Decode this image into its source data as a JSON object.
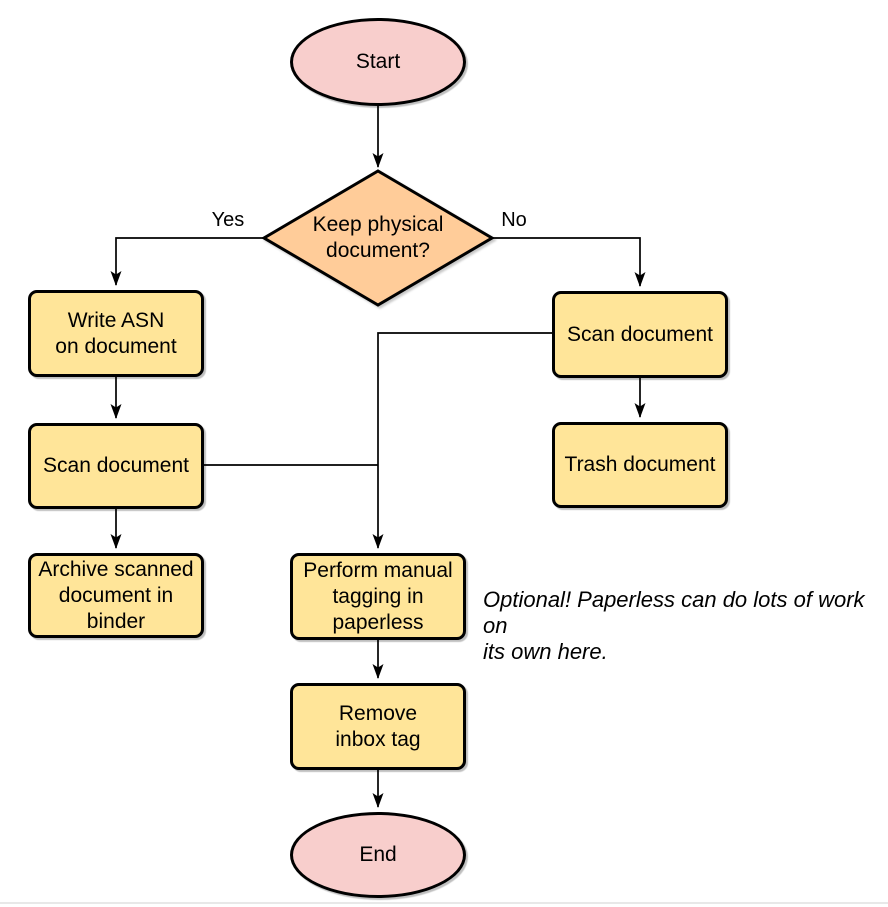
{
  "diagram": {
    "nodes": {
      "start": {
        "label": "Start"
      },
      "decision": {
        "label": "Keep physical\ndocument?"
      },
      "write_asn": {
        "label": "Write ASN\non document"
      },
      "scan_left": {
        "label": "Scan document"
      },
      "archive": {
        "label": "Archive scanned\ndocument in\nbinder"
      },
      "scan_right": {
        "label": "Scan document"
      },
      "trash": {
        "label": "Trash document"
      },
      "tagging": {
        "label": "Perform manual\ntagging in\npaperless"
      },
      "remove_inbox": {
        "label": "Remove\ninbox tag"
      },
      "end": {
        "label": "End"
      }
    },
    "edge_labels": {
      "yes": "Yes",
      "no": "No"
    },
    "annotation": "Optional! Paperless can do lots of work on\nits own here.",
    "colors": {
      "terminator_fill": "#F8CECC",
      "decision_fill": "#FFCC99",
      "process_fill": "#FFE599",
      "stroke": "#000000",
      "text": "#000000"
    }
  }
}
